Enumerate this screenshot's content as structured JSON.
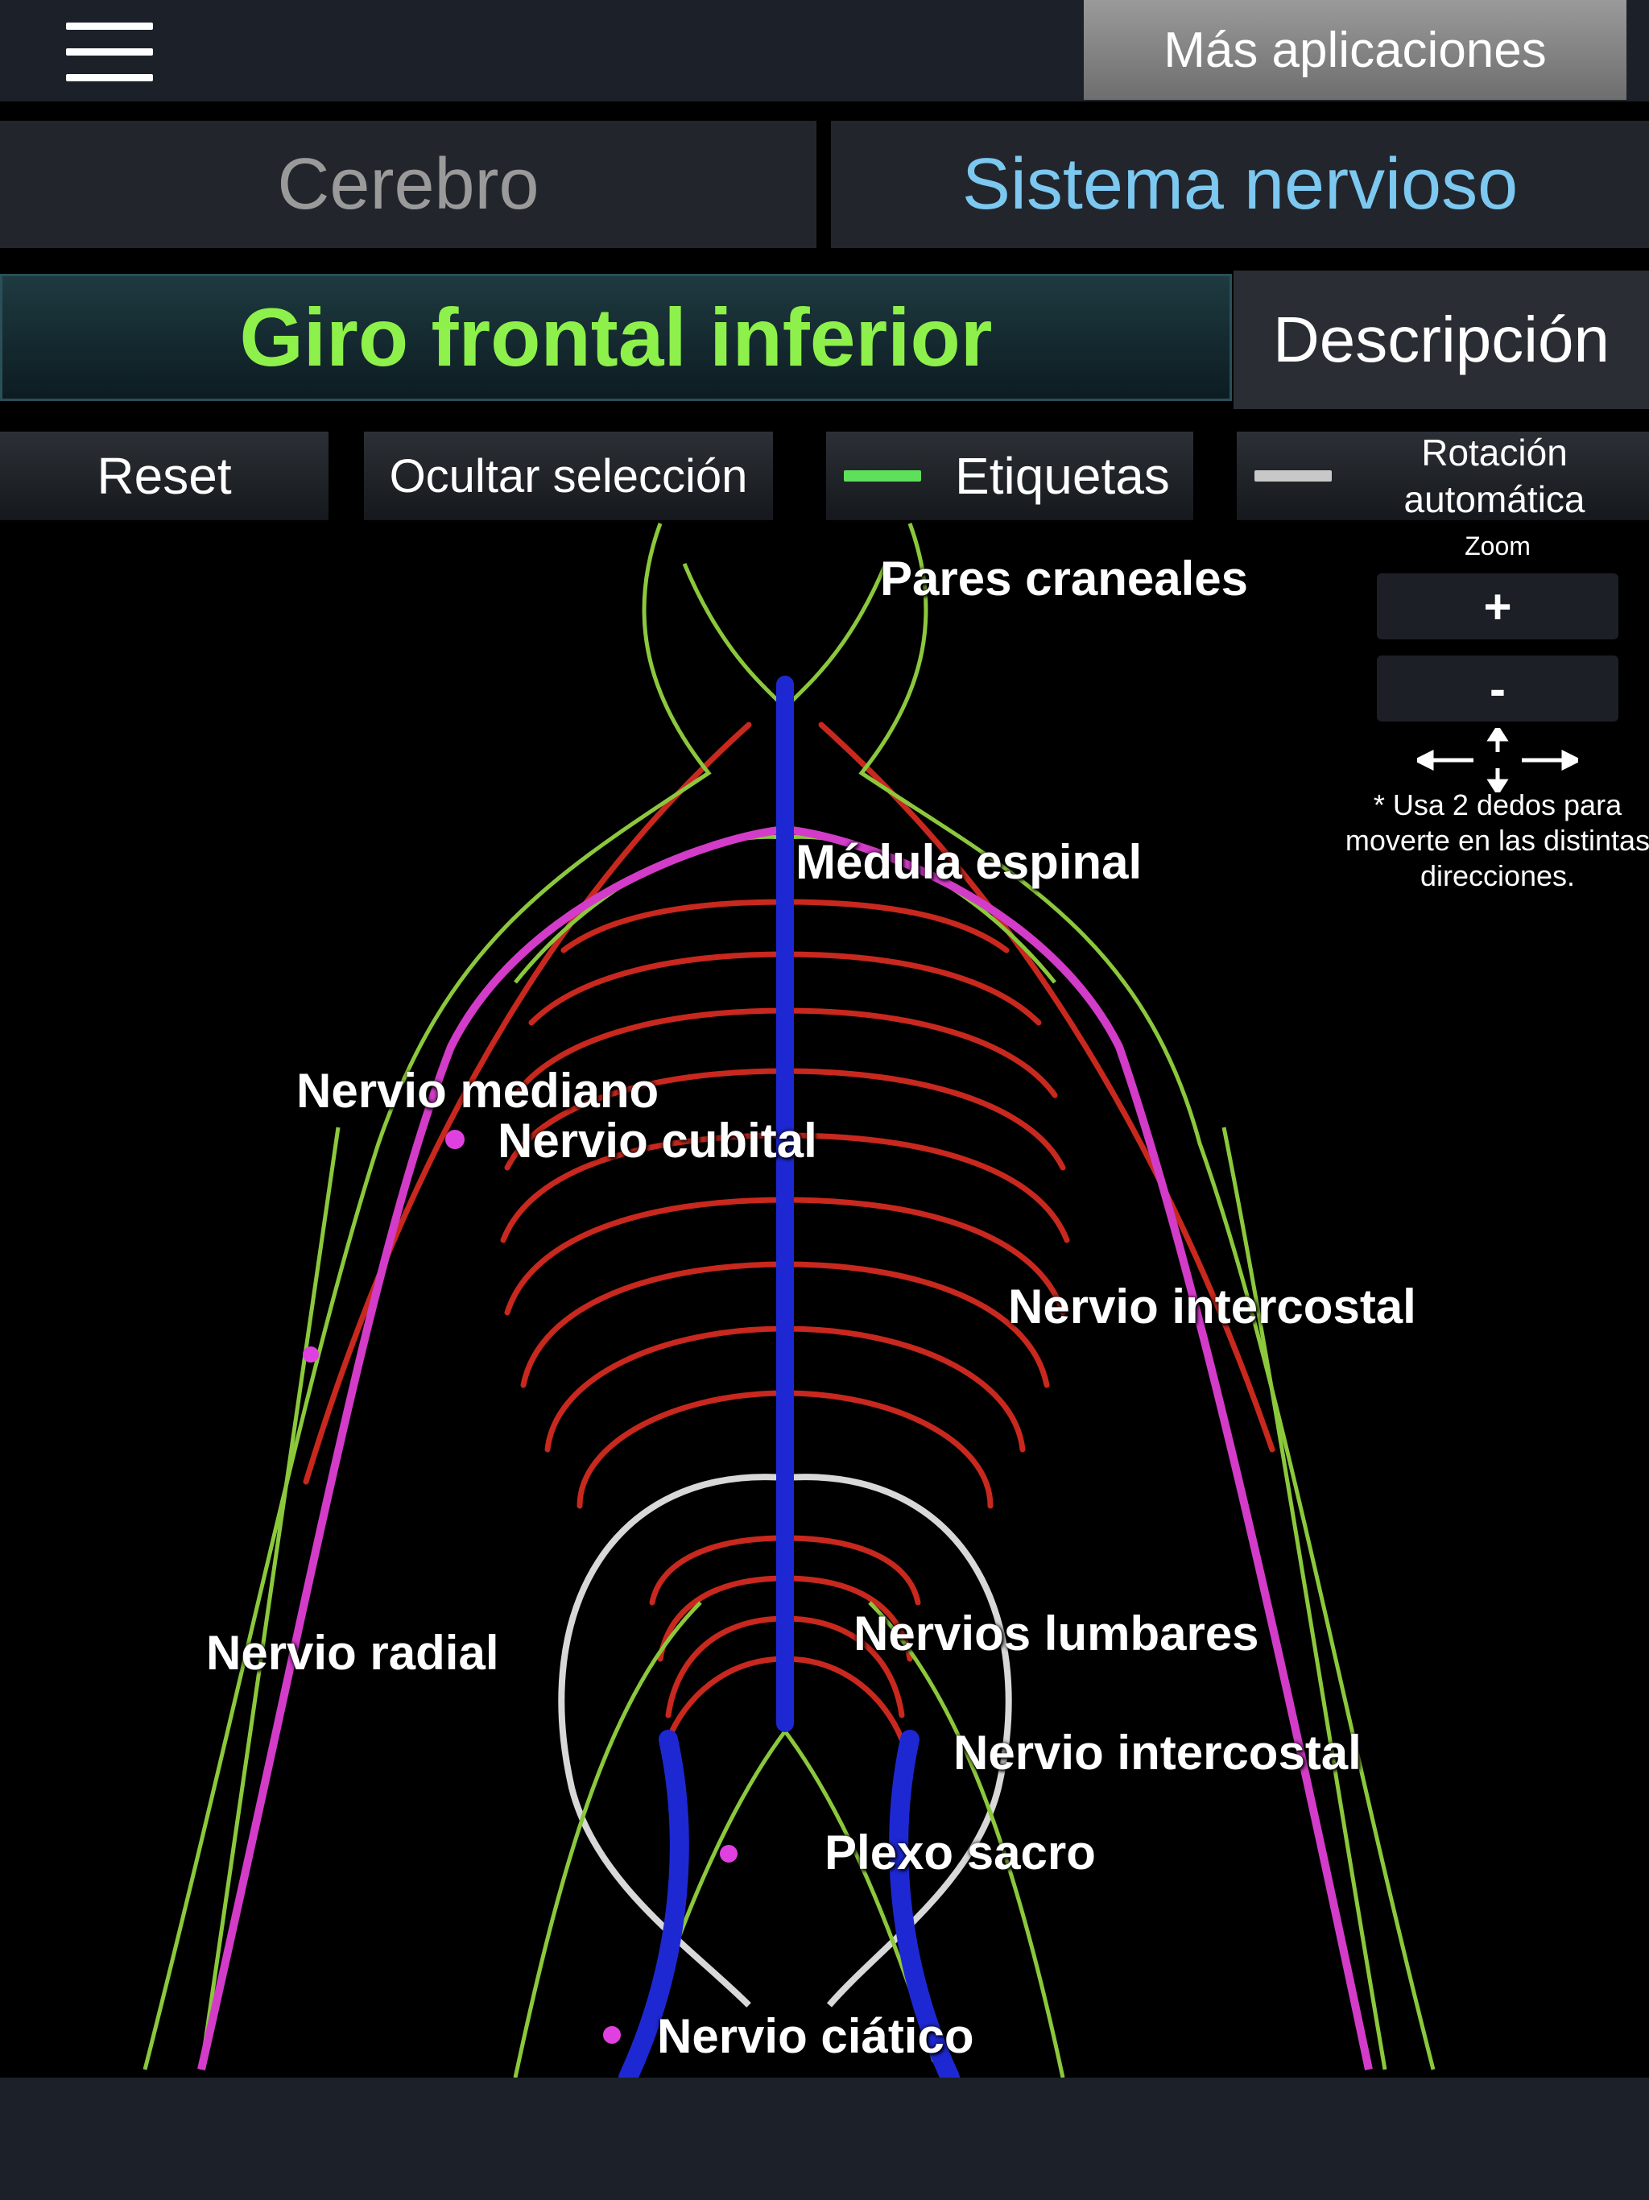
{
  "header": {
    "more_apps_label": "Más aplicaciones"
  },
  "tabs": [
    {
      "label": "Cerebro",
      "active": false
    },
    {
      "label": "Sistema nervioso",
      "active": true
    }
  ],
  "selection": {
    "name": "Giro frontal inferior",
    "description_button": "Descripción"
  },
  "controls": {
    "reset": "Reset",
    "hide_selection": "Ocultar selección",
    "labels": "Etiquetas",
    "labels_on": true,
    "auto_rotation": "Rotación automática",
    "auto_rotation_on": false
  },
  "zoom": {
    "label": "Zoom",
    "plus": "+",
    "minus": "-",
    "hint": "* Usa 2 dedos para moverte en las distintas direcciones."
  },
  "labels": {
    "pares_craneales": "Pares craneales",
    "medula_espinal": "Médula espinal",
    "nervio_mediano": "Nervio mediano",
    "nervio_cubital": "Nervio cubital",
    "nervio_intercostal_1": "Nervio intercostal",
    "nervio_radial": "Nervio radial",
    "nervios_lumbares": "Nervios lumbares",
    "nervio_intercostal_2": "Nervio intercostal",
    "plexo_sacro": "Plexo sacro",
    "nervio_ciatico": "Nervio ciático"
  },
  "colors": {
    "accent_selected": "#8ef04a",
    "tab_active": "#7cc8f0",
    "tab_inactive": "#9a9a9a",
    "toggle_on": "#5ee05a",
    "toggle_off": "#c8c8c8",
    "nerve_red": "#c8281e",
    "nerve_green": "#8cc83c",
    "nerve_magenta": "#d23cc8",
    "spinal_blue": "#1e28d2"
  },
  "icons": [
    "hamburger-menu-icon",
    "pan-arrows-icon",
    "label-marker-icon"
  ]
}
